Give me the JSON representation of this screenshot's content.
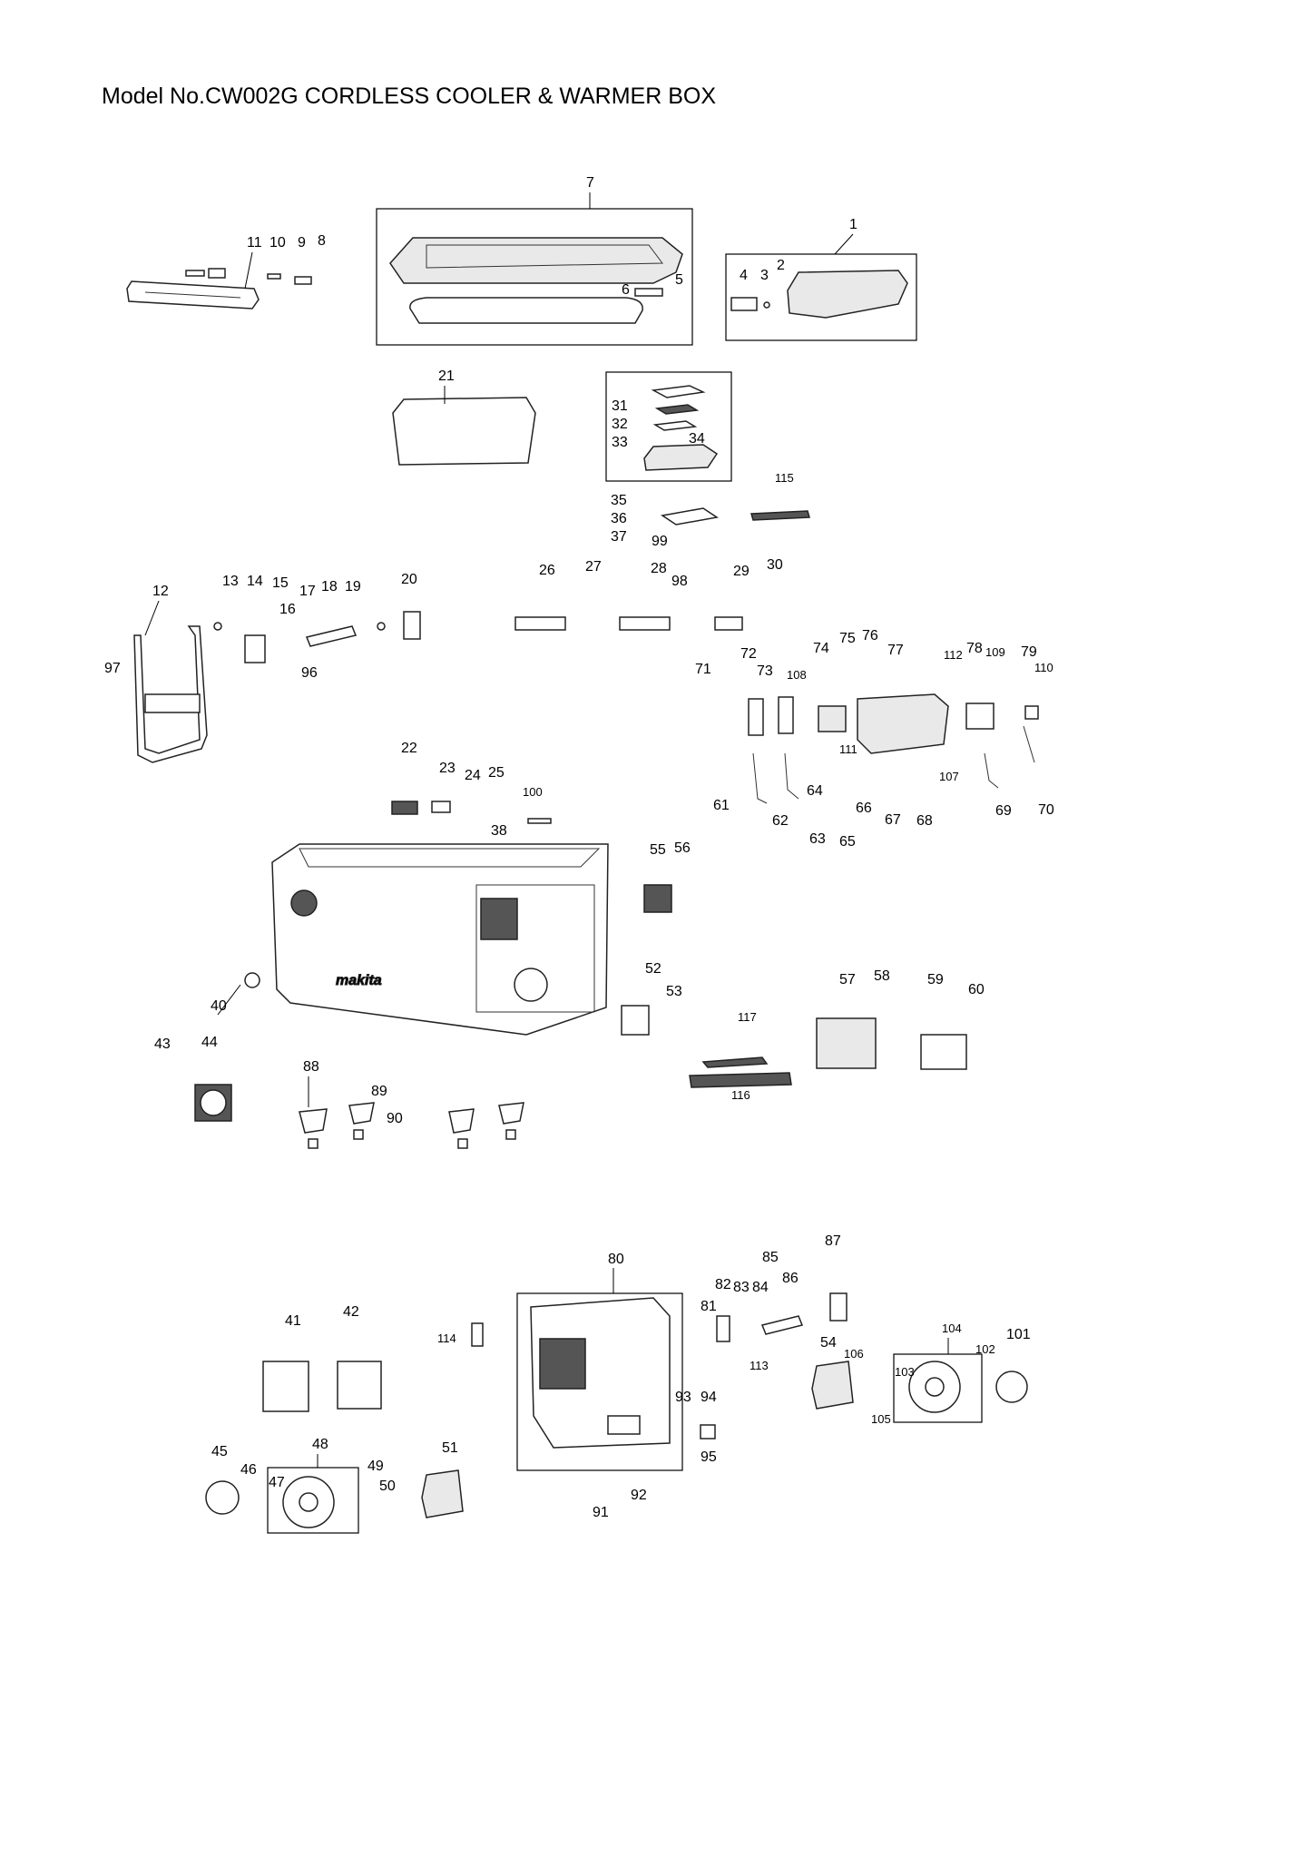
{
  "title": "Model No.CW002G CORDLESS COOLER & WARMER BOX",
  "brand_logo_text": "makita",
  "part_numbers": [
    "1",
    "2",
    "3",
    "4",
    "5",
    "6",
    "7",
    "8",
    "9",
    "10",
    "11",
    "12",
    "13",
    "14",
    "15",
    "16",
    "17",
    "18",
    "19",
    "20",
    "21",
    "22",
    "23",
    "24",
    "25",
    "26",
    "27",
    "28",
    "29",
    "30",
    "31",
    "32",
    "33",
    "34",
    "35",
    "36",
    "37",
    "38",
    "40",
    "41",
    "42",
    "43",
    "44",
    "45",
    "46",
    "47",
    "48",
    "49",
    "50",
    "51",
    "52",
    "53",
    "54",
    "55",
    "56",
    "57",
    "58",
    "59",
    "60",
    "61",
    "62",
    "63",
    "64",
    "65",
    "66",
    "67",
    "68",
    "69",
    "70",
    "71",
    "72",
    "73",
    "74",
    "75",
    "76",
    "77",
    "78",
    "79",
    "80",
    "81",
    "82",
    "83",
    "84",
    "85",
    "86",
    "87",
    "88",
    "89",
    "90",
    "91",
    "92",
    "93",
    "94",
    "95",
    "96",
    "97",
    "98",
    "99",
    "100",
    "101",
    "102",
    "103",
    "104",
    "105",
    "106",
    "107",
    "108",
    "109",
    "110",
    "111",
    "112",
    "113",
    "114",
    "115",
    "116",
    "117"
  ]
}
